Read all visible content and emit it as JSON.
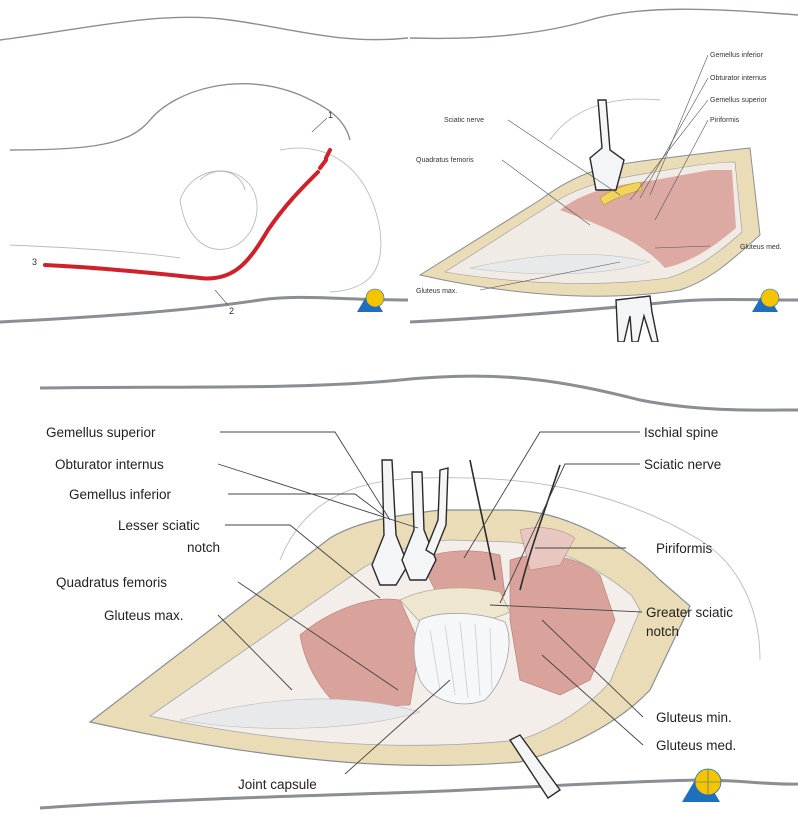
{
  "panel1": {
    "markers": [
      "1",
      "2",
      "3"
    ]
  },
  "panel2": {
    "labels": {
      "gemellus_inferior": "Gemellus inferior",
      "obturator_internus": "Obturator internus",
      "gemellus_superior": "Gemellus superior",
      "piriformis": "Piriformis",
      "sciatic_nerve": "Sciatic nerve",
      "quadratus_femoris": "Quadratus femoris",
      "gluteus_med": "Gluteus med.",
      "gluteus_max": "Gluteus max."
    }
  },
  "panel3": {
    "labels": {
      "gemellus_superior": "Gemellus superior",
      "obturator_internus": "Obturator internus",
      "gemellus_inferior": "Gemellus inferior",
      "lesser_sciatic_notch_1": "Lesser sciatic",
      "lesser_sciatic_notch_2": "notch",
      "quadratus_femoris": "Quadratus femoris",
      "gluteus_max": "Gluteus max.",
      "joint_capsule": "Joint capsule",
      "ischial_spine": "Ischial spine",
      "sciatic_nerve": "Sciatic nerve",
      "piriformis": "Piriformis",
      "greater_sciatic_notch_1": "Greater sciatic",
      "greater_sciatic_notch_2": "notch",
      "gluteus_min": "Gluteus min.",
      "gluteus_med": "Gluteus med."
    }
  },
  "colors": {
    "incision": "#d0202a",
    "muscle": "#d9a39b",
    "fat": "#e9dcb6",
    "nerve": "#f2d35c",
    "logo_blue": "#1f6fbf",
    "logo_yellow": "#f5c400"
  }
}
